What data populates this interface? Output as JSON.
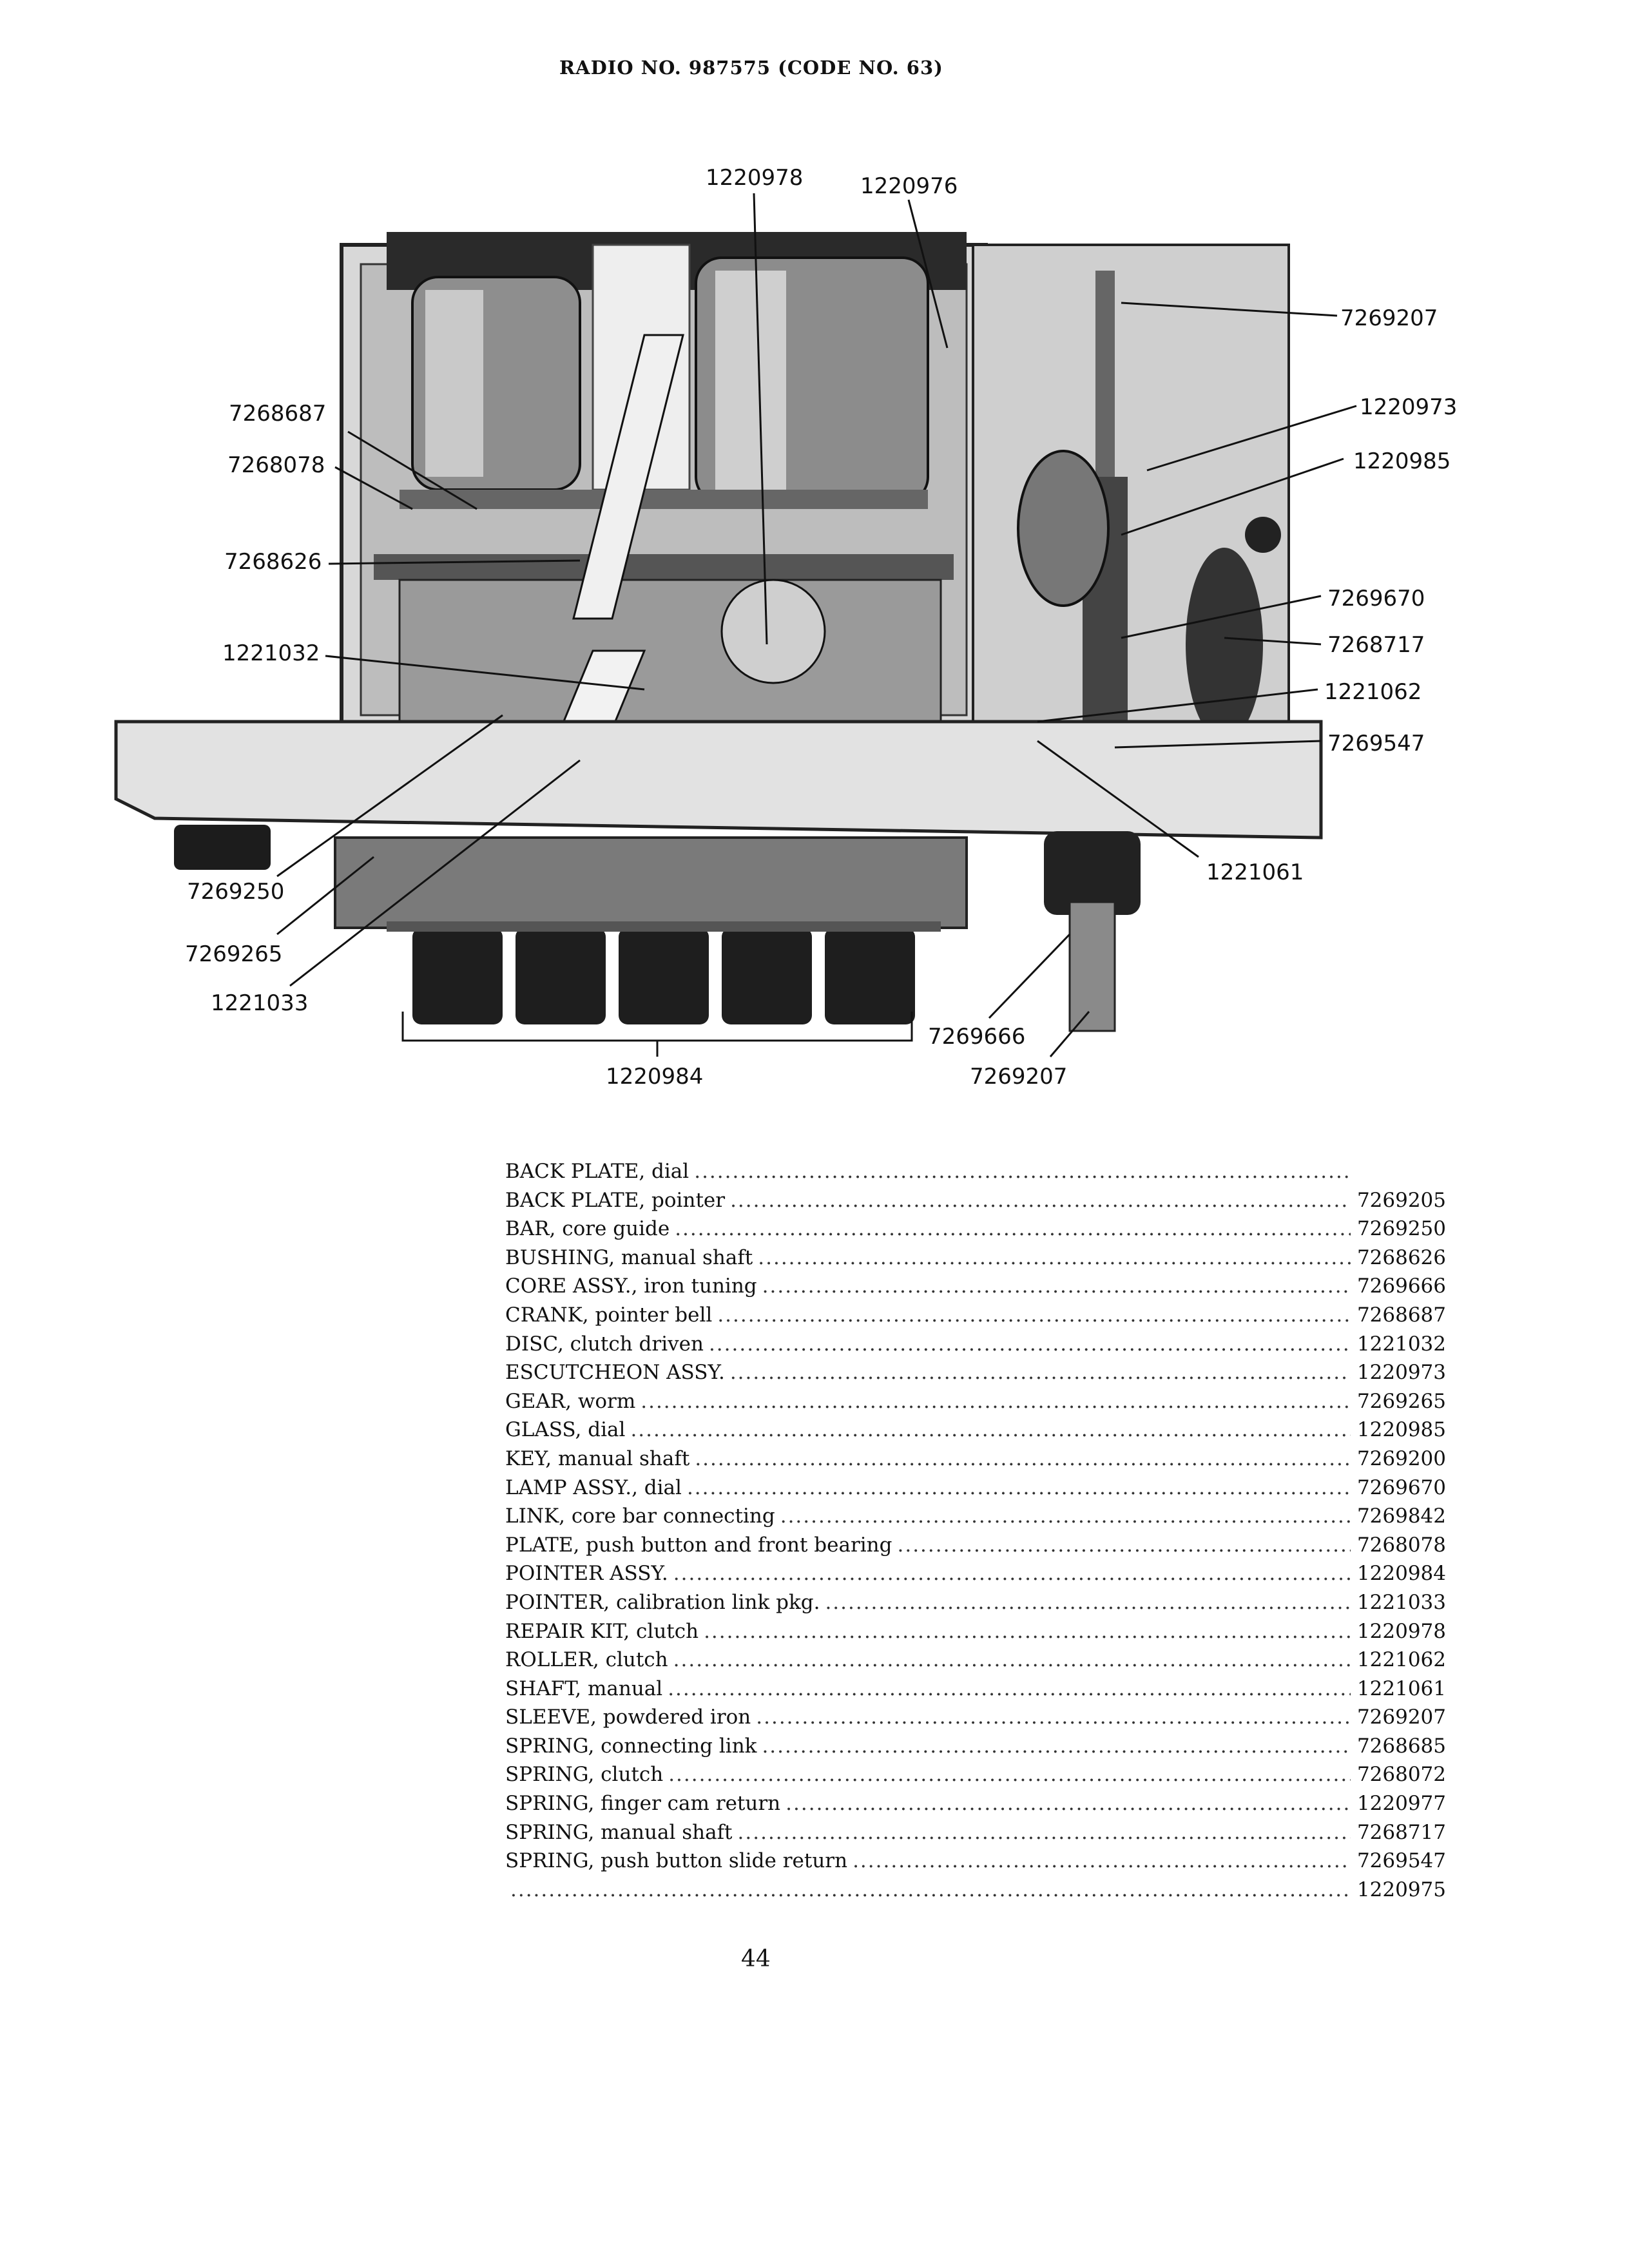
{
  "header": {
    "title": "RADIO NO. 987575 (CODE NO. 63)"
  },
  "callouts": {
    "c1220978": "1220978",
    "c1220976": "1220976",
    "c7269207_top": "7269207",
    "c7268687": "7268687",
    "c1220973": "1220973",
    "c7268078": "7268078",
    "c1220985": "1220985",
    "c7268626": "7268626",
    "c7269670": "7269670",
    "c7268717": "7268717",
    "c1221032": "1221032",
    "c1221062": "1221062",
    "c7269547": "7269547",
    "c1221061": "1221061",
    "c7269250": "7269250",
    "c7269265": "7269265",
    "c1221033": "1221033",
    "c7269666": "7269666",
    "c1220984": "1220984",
    "c7269207_bottom": "7269207"
  },
  "parts": [
    {
      "name": "BACK PLATE, dial",
      "number": ""
    },
    {
      "name": "BACK PLATE, pointer",
      "number": "7269205"
    },
    {
      "name": "BAR, core guide",
      "number": "7269250"
    },
    {
      "name": "BUSHING, manual shaft",
      "number": "7268626"
    },
    {
      "name": "CORE ASSY., iron tuning",
      "number": "7269666"
    },
    {
      "name": "CRANK, pointer bell",
      "number": "7268687"
    },
    {
      "name": "DISC, clutch driven",
      "number": "1221032"
    },
    {
      "name": "ESCUTCHEON ASSY.",
      "number": "1220973"
    },
    {
      "name": "GEAR, worm",
      "number": "7269265"
    },
    {
      "name": "GLASS, dial",
      "number": "1220985"
    },
    {
      "name": "KEY, manual shaft",
      "number": "7269200"
    },
    {
      "name": "LAMP ASSY., dial",
      "number": "7269670"
    },
    {
      "name": "LINK, core bar connecting",
      "number": "7269842"
    },
    {
      "name": "PLATE, push button and front bearing",
      "number": "7268078"
    },
    {
      "name": "POINTER ASSY.",
      "number": "1220984"
    },
    {
      "name": "POINTER, calibration link pkg.",
      "number": "1221033"
    },
    {
      "name": "REPAIR KIT, clutch",
      "number": "1220978"
    },
    {
      "name": "ROLLER, clutch",
      "number": "1221062"
    },
    {
      "name": "SHAFT, manual",
      "number": "1221061"
    },
    {
      "name": "SLEEVE, powdered iron",
      "number": "7269207"
    },
    {
      "name": "SPRING, connecting link",
      "number": "7268685"
    },
    {
      "name": "SPRING, clutch",
      "number": "7268072"
    },
    {
      "name": "SPRING, finger cam return",
      "number": "1220977"
    },
    {
      "name": "SPRING, manual shaft",
      "number": "7268717"
    },
    {
      "name": "SPRING, push button slide return",
      "number": "7269547"
    },
    {
      "name": "",
      "number": "1220975"
    }
  ],
  "footer": {
    "page_number": "44"
  }
}
